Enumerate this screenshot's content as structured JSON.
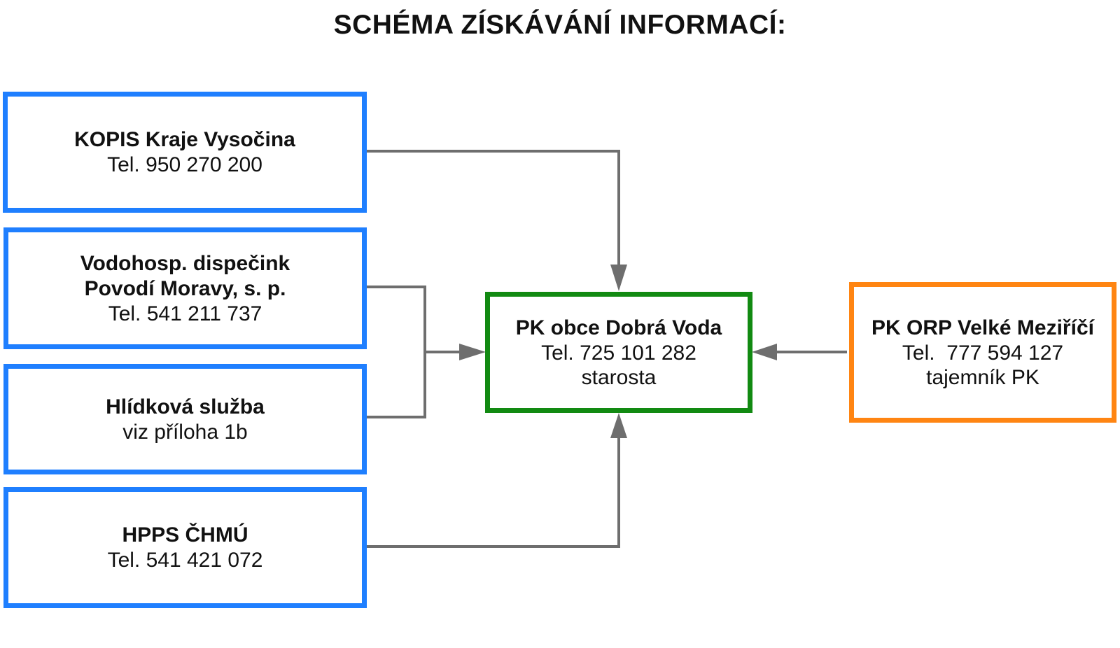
{
  "title": "SCHÉMA ZÍSKÁVÁNÍ INFORMACÍ:",
  "colors": {
    "source_border": "#1f7fff",
    "target_border": "#128a12",
    "peer_border": "#ff8512",
    "connector": "#6e6e6e"
  },
  "sources": [
    {
      "name_lines": [
        "KOPIS Kraje Vysočina"
      ],
      "detail_lines": [
        "Tel. 950 270 200"
      ]
    },
    {
      "name_lines": [
        "Vodohosp. dispečink",
        "Povodí Moravy, s. p."
      ],
      "detail_lines": [
        "Tel. 541 211 737"
      ]
    },
    {
      "name_lines": [
        "Hlídková služba"
      ],
      "detail_lines": [
        "viz příloha 1b"
      ]
    },
    {
      "name_lines": [
        "HPPS ČHMÚ"
      ],
      "detail_lines": [
        "Tel. 541 421 072"
      ]
    }
  ],
  "center": {
    "name_lines": [
      "PK obce Dobrá Voda"
    ],
    "detail_lines": [
      "Tel. 725 101 282",
      "starosta"
    ]
  },
  "peer": {
    "name_lines": [
      "PK ORP Velké Meziříčí"
    ],
    "detail_lines": [
      "Tel.  777 594 127",
      "tajemník PK"
    ]
  }
}
